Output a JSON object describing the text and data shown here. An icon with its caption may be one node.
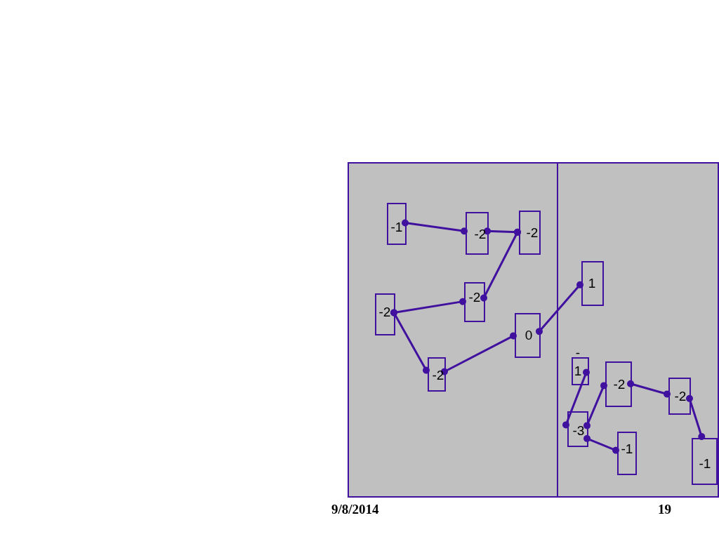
{
  "diagram": {
    "nodes": [
      {
        "text": [],
        "shape": "box"
      },
      {
        "text": [],
        "shape": "box"
      },
      {
        "text": [
          "-1"
        ],
        "in": 0
      },
      {
        "text": [
          "-2"
        ],
        "in": 0
      },
      {
        "text": [
          "-2"
        ],
        "in": 0
      },
      {
        "text": [
          "-2"
        ],
        "in": 0
      },
      {
        "text": [
          "-2"
        ],
        "in": 0
      },
      {
        "text": [
          "-2"
        ],
        "in": 0
      },
      {
        "text": [
          "0"
        ],
        "in": 0
      },
      {
        "text": [
          "1"
        ],
        "in": 1
      },
      {
        "text": [
          "-1"
        ],
        "in": 1
      },
      {
        "text": [
          "-3"
        ],
        "in": 1
      },
      {
        "text": [
          "-2"
        ],
        "in": 1
      },
      {
        "text": [
          "-2"
        ],
        "in": 1
      },
      {
        "text": [
          "-1"
        ],
        "in": 1
      },
      {
        "text": [
          "-1"
        ],
        "in": 1
      }
    ],
    "edges": [
      {
        "from": 2,
        "to": 3,
        "arrow": "other"
      },
      {
        "from": 3,
        "to": 4,
        "arrow": "other"
      },
      {
        "from": 4,
        "to": 5,
        "arrow": "other"
      },
      {
        "from": 5,
        "to": 6,
        "arrow": "other"
      },
      {
        "from": 6,
        "to": 7,
        "arrow": "other"
      },
      {
        "from": 7,
        "to": 8,
        "arrow": "other"
      },
      {
        "from": 8,
        "to": 9,
        "arrow": "other"
      },
      {
        "from": 10,
        "to": 11,
        "arrow": "other"
      },
      {
        "from": 11,
        "to": 12,
        "arrow": "other"
      },
      {
        "from": 12,
        "to": 13,
        "arrow": "other"
      },
      {
        "from": 13,
        "to": 15,
        "arrow": "other"
      },
      {
        "from": 11,
        "to": 14,
        "arrow": "other"
      }
    ],
    "labels": [
      "9/8/2014",
      "19"
    ]
  }
}
